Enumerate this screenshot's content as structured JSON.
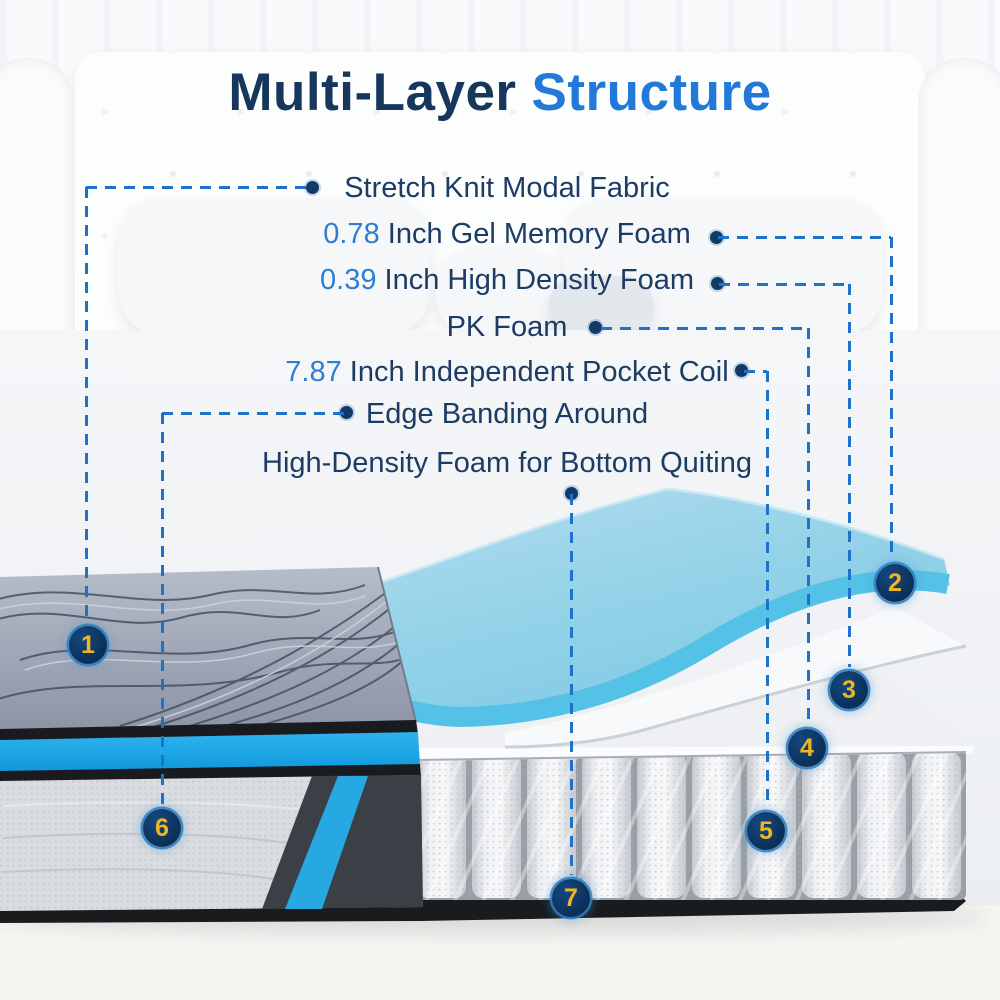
{
  "title": {
    "part1": "Multi-Layer",
    "part2": "Structure"
  },
  "labels": [
    {
      "badge": "1",
      "prefix": "",
      "text": "Stretch Knit Modal Fabric"
    },
    {
      "badge": "2",
      "prefix": "0.78",
      "text": " Inch Gel Memory Foam"
    },
    {
      "badge": "3",
      "prefix": "0.39",
      "text": " Inch High Density Foam"
    },
    {
      "badge": "4",
      "prefix": "",
      "text": "PK Foam"
    },
    {
      "badge": "5",
      "prefix": "7.87",
      "text": " Inch Independent Pocket Coil"
    },
    {
      "badge": "6",
      "prefix": "",
      "text": "Edge Banding Around"
    },
    {
      "badge": "7",
      "prefix": "",
      "text": "High-Density Foam for Bottom Quiting"
    }
  ],
  "badges": [
    {
      "number": "1"
    },
    {
      "number": "2"
    },
    {
      "number": "3"
    },
    {
      "number": "4"
    },
    {
      "number": "5"
    },
    {
      "number": "6"
    },
    {
      "number": "7"
    }
  ],
  "colors": {
    "title_navy": "#16365c",
    "title_blue": "#2279d8",
    "label_text": "#1d3c64",
    "measure_blue": "#2d7ed3",
    "connector_blue": "#1e72c9",
    "dot_navy": "#123a66",
    "badge_bg": "#0c3866",
    "badge_ring": "#2f7ec1",
    "badge_number": "#f2b522",
    "gel_foam_blue": "#8fd0e6",
    "stripe_blue": "#18a5e8"
  }
}
